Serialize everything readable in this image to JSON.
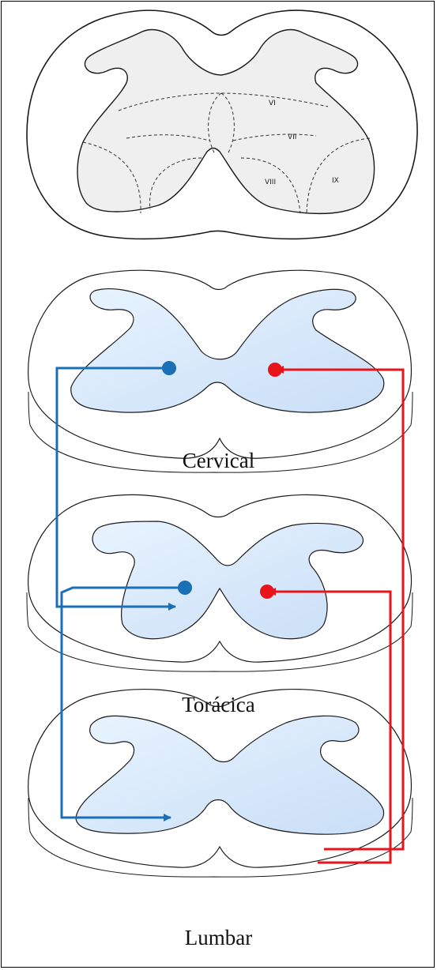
{
  "laminae_labels": {
    "vi": "VI",
    "vii": "VII",
    "viii": "VIII",
    "ix": "IX"
  },
  "levels": [
    {
      "label": "Cervical"
    },
    {
      "label": "Torácica"
    },
    {
      "label": "Lumbar"
    }
  ],
  "colors": {
    "gray_matter_top": "#efefef",
    "gray_matter_sections": "#d4e6fa",
    "descending_pathway": "#1a6fb7",
    "ascending_pathway": "#e8141c",
    "outline": "#1a1a1a"
  }
}
